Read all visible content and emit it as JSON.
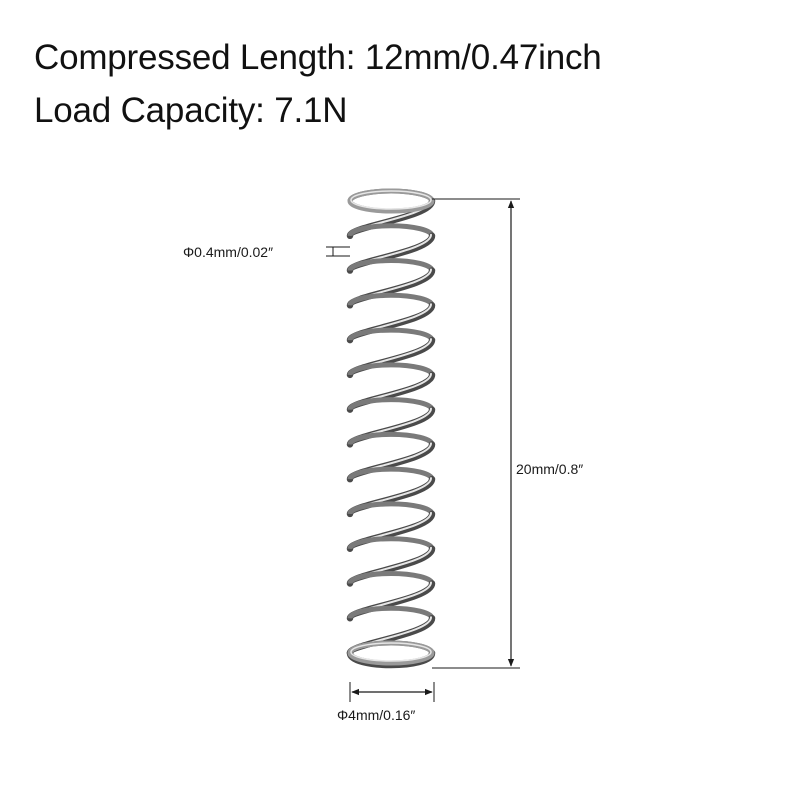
{
  "header": {
    "compressed_length": "Compressed Length: 12mm/0.47inch",
    "load_capacity": "Load Capacity: 7.1N"
  },
  "dimensions": {
    "wire_diameter": "Φ0.4mm/0.02″",
    "free_length": "20mm/0.8″",
    "outer_diameter": "Φ4mm/0.16″"
  },
  "spring": {
    "coil_count": 14
  },
  "colors": {
    "text": "#111111",
    "dimension_line": "#1a1a1a",
    "wire_light": "#e6e6e6",
    "wire_mid": "#9a9a9a",
    "wire_dark": "#4a4a4a"
  }
}
